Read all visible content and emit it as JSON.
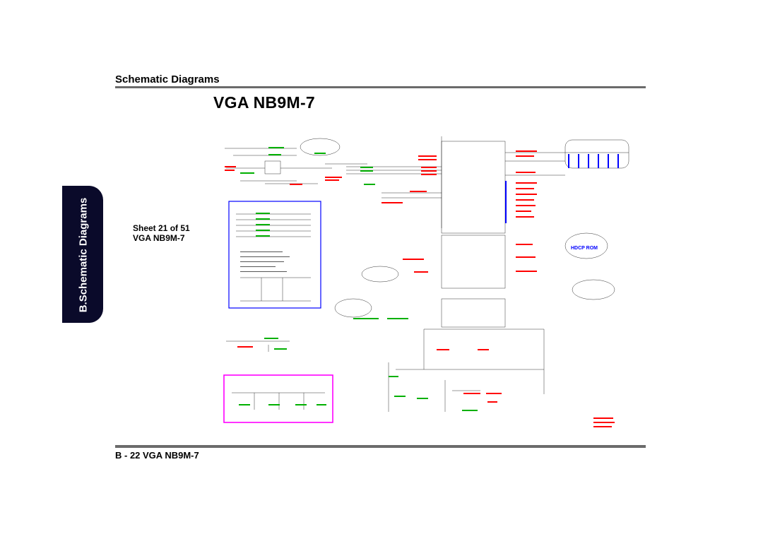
{
  "header": {
    "title": "Schematic  Diagrams"
  },
  "page_title": "VGA NB9M-7",
  "side_tab": {
    "label": "B.Schematic Diagrams"
  },
  "sheet": {
    "label": "Sheet 21 of 51",
    "name": "VGA NB9M-7"
  },
  "footer": {
    "label": "B - 22  VGA NB9M-7"
  },
  "schematic": {
    "hdcp_label": "HDCP ROM",
    "net_colors": {
      "red": "#ff0000",
      "green": "#00b000",
      "blue": "#0000ff",
      "magenta": "#ff00ff",
      "black": "#000000"
    }
  }
}
